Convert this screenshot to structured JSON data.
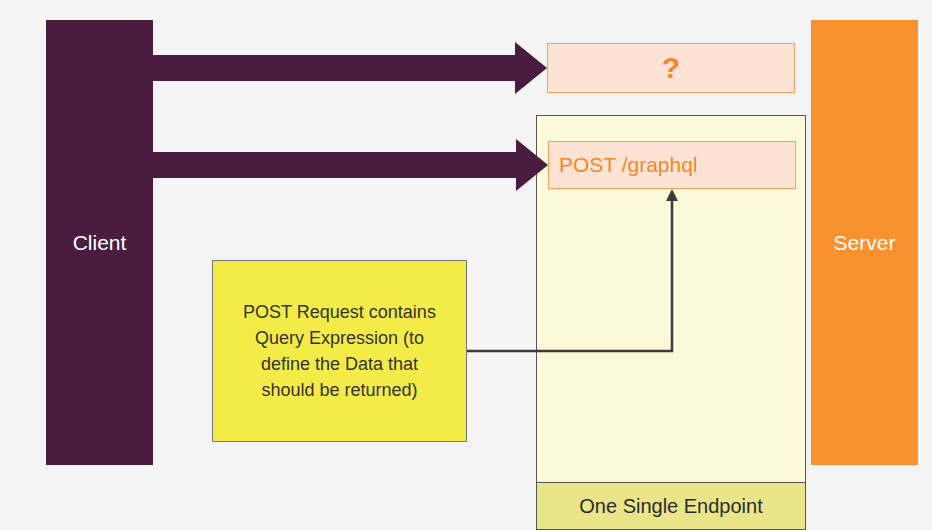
{
  "diagram": {
    "nodes": [
      {
        "text": [
          "Client"
        ]
      },
      {
        "text": [
          "?"
        ]
      },
      {
        "text": [
          "One Single Endpoint"
        ]
      },
      {
        "text": [
          "POST /graphql"
        ],
        "in": 2
      },
      {
        "text": [
          "POST Request contains Query Expression (to define the Data that should be returned)"
        ]
      },
      {
        "text": [
          "Server"
        ]
      }
    ],
    "edges": [
      {
        "from": 0,
        "to": 1,
        "arrow": "to"
      },
      {
        "from": 0,
        "to": 3,
        "arrow": "to"
      },
      {
        "from": 4,
        "to": 3,
        "arrow": "to"
      }
    ]
  }
}
